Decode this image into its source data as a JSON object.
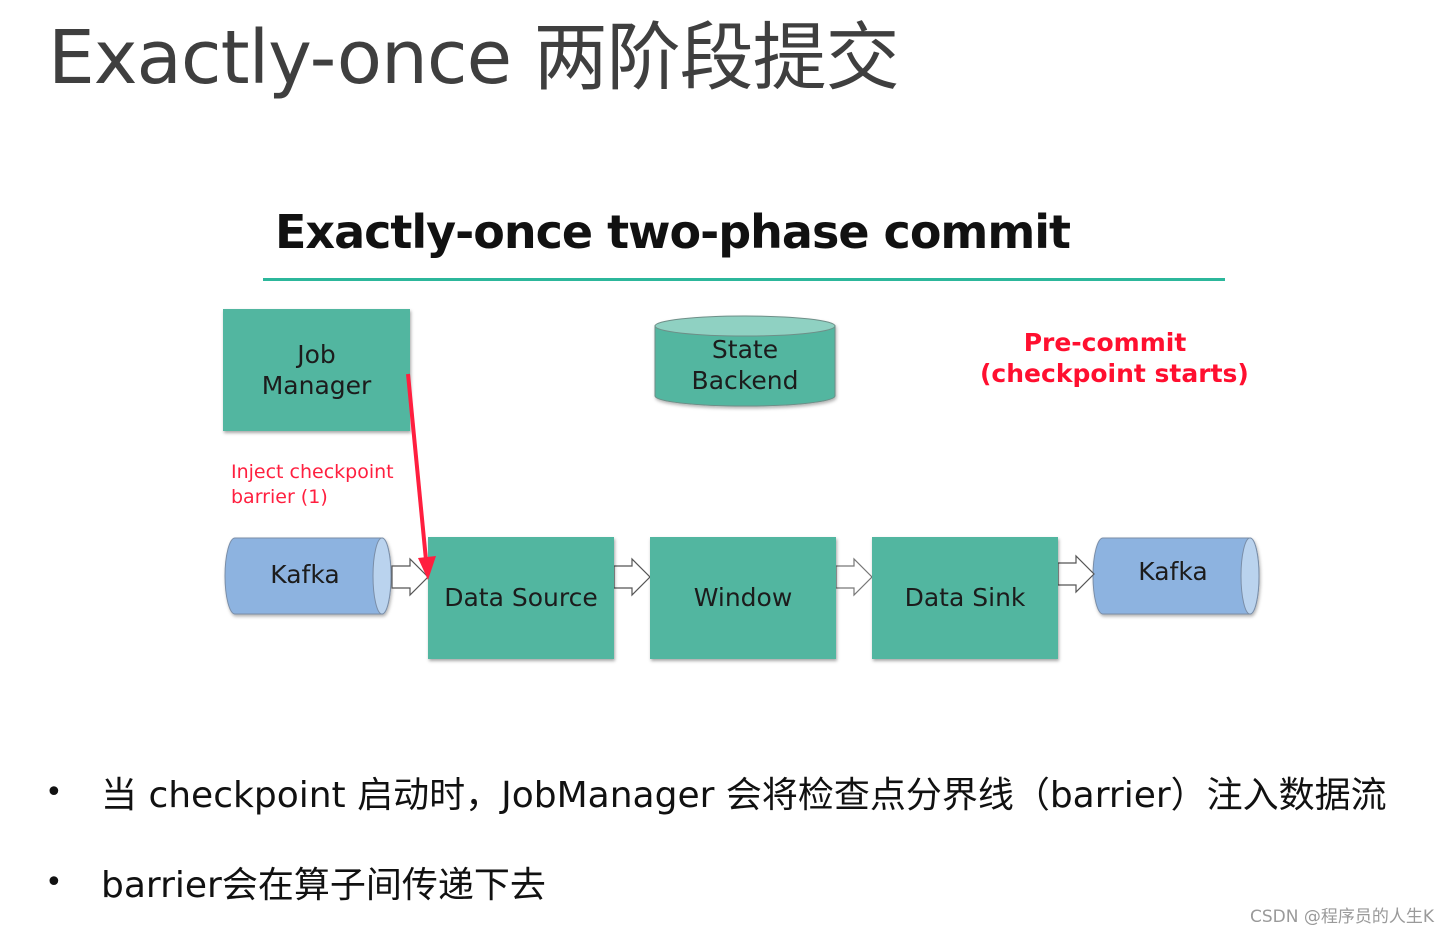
{
  "slide": {
    "title": "Exactly-once 两阶段提交"
  },
  "diagram": {
    "title": "Exactly-once two-phase commit",
    "colors": {
      "operator_fill": "#52b6a0",
      "kafka_fill": "#8db3e0",
      "kafka_cap": "#bad3ee",
      "state_top": "#8fd1c2",
      "accent_rule": "#2cb79b",
      "red": "#ff1f3f"
    },
    "job_manager": {
      "line1": "Job",
      "line2": "Manager"
    },
    "state_backend": {
      "line1": "State",
      "line2": "Backend"
    },
    "precommit": {
      "line1": "Pre-commit",
      "line2": "(checkpoint starts)"
    },
    "inject_label": {
      "line1": "Inject checkpoint",
      "line2": "barrier (1)"
    },
    "kafka_source": {
      "label": "Kafka"
    },
    "kafka_sink": {
      "label": "Kafka"
    },
    "operators": [
      {
        "label": "Data Source"
      },
      {
        "label": "Window"
      },
      {
        "label": "Data Sink"
      }
    ]
  },
  "bullets": [
    {
      "marker": "•",
      "text": "当 checkpoint 启动时，JobManager 会将检查点分界线（barrier）注入数据流"
    },
    {
      "marker": "•",
      "text": "barrier会在算子间传递下去"
    }
  ],
  "watermark": "CSDN @程序员的人生K"
}
